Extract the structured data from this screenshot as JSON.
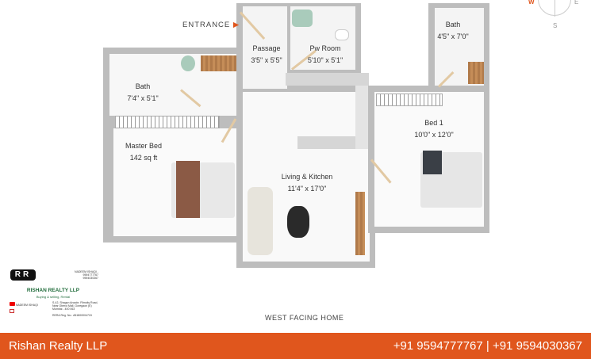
{
  "plan": {
    "entrance": "ENTRANCE",
    "rooms": [
      {
        "name": "Passage",
        "size": "3'5\" x 5'5\""
      },
      {
        "name": "Pw Room",
        "size": "5'10\" x 5'1\""
      },
      {
        "name": "Bath",
        "size": "4'5\" x 7'0\""
      },
      {
        "name": "Bath",
        "size": "7'4\" x 5'1\""
      },
      {
        "name": "Bed 1",
        "size": "10'0\" x 12'0\""
      },
      {
        "name": "Master Bed",
        "size": "142 sq ft"
      },
      {
        "name": "Living & Kitchen",
        "size": "11'4\" x 17'0\""
      }
    ],
    "caption": "WEST FACING HOME",
    "compass": {
      "w": "W",
      "e": "E",
      "s": "S"
    }
  },
  "card": {
    "logo": "RR",
    "contact_line": "NADEEM ISHAQI - 9594777767",
    "contact_line2": "9594030367",
    "company": "RISHAN REALTY LLP",
    "tagline": "Buying & selling, Rental",
    "youtube": "NADEEM ISHAQI",
    "address": "S-42, Shagun Arcade, Filmcity Road, Near Oberoi Mall, Goregaon (E) Mumbai - 400 063",
    "rera": "RERA Reg. No.: A51800004715"
  },
  "footer": {
    "company": "Rishan Realty LLP",
    "phones": "+91 9594777767 | +91 9594030367"
  },
  "colors": {
    "accent": "#e0561d",
    "wall": "#bdbdbd"
  }
}
